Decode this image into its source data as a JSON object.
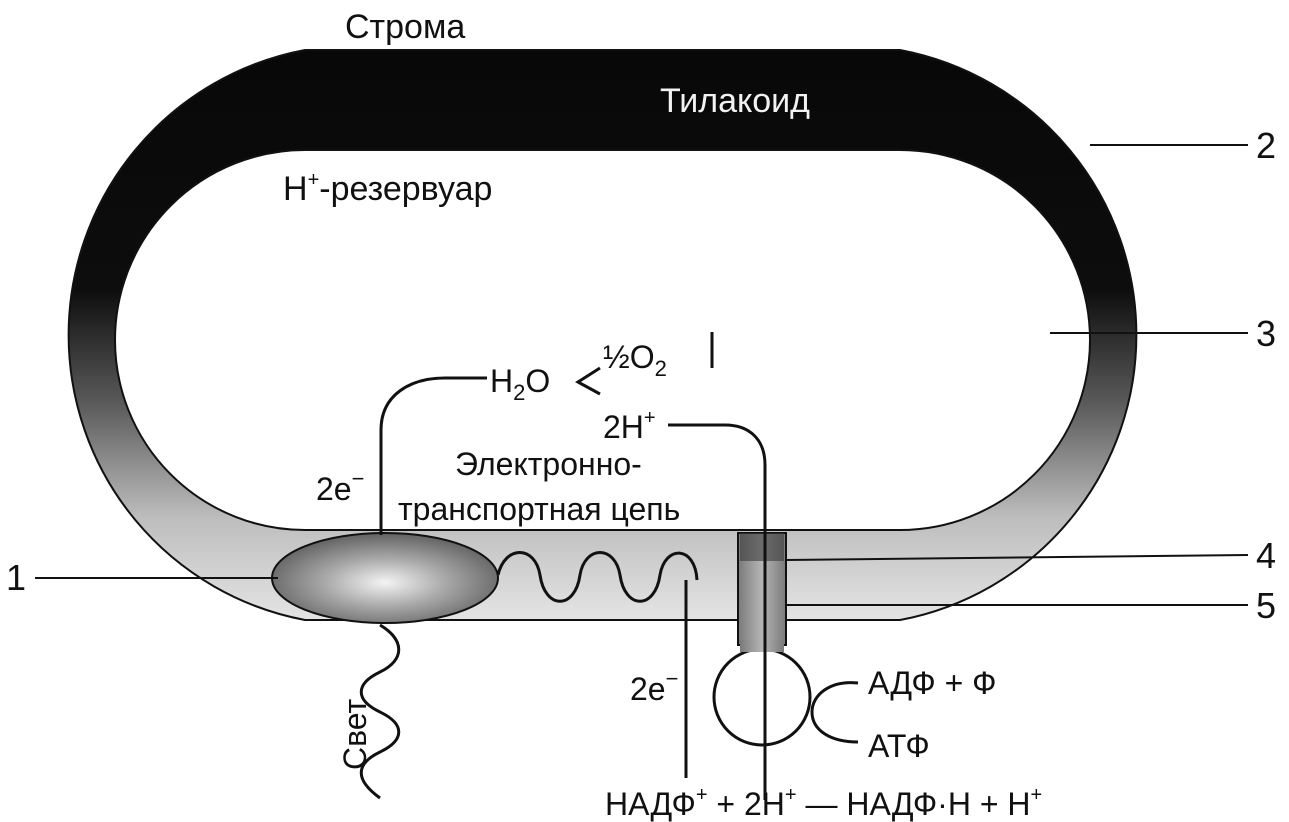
{
  "labels": {
    "stroma": "Строма",
    "thylakoid": "Тилакоид",
    "reservoir_h": "H",
    "reservoir_sup": "+",
    "reservoir_rest": "-резервуар",
    "half_o2": "½O",
    "o2_sub": "2",
    "water_h": "H",
    "water_sub": "2",
    "water_o": "O",
    "two_h_plus": "2H",
    "plus_sup": "+",
    "two_e_minus": "2e",
    "minus_sup": "−",
    "etc_line1": "Электронно-",
    "etc_line2": "транспортная цепь",
    "light": "Свет",
    "adp": "АДФ + Ф",
    "atp": "АТФ",
    "nadp_eq_a": "НАДФ",
    "nadp_eq_b": " + 2H",
    "nadp_eq_c": " — НАДФ·H + H"
  },
  "callouts": [
    "1",
    "2",
    "3",
    "4",
    "5"
  ],
  "colors": {
    "membrane_dark": "#0a0a0a",
    "membrane_light": "#d8d8d8",
    "ink": "#111111"
  }
}
